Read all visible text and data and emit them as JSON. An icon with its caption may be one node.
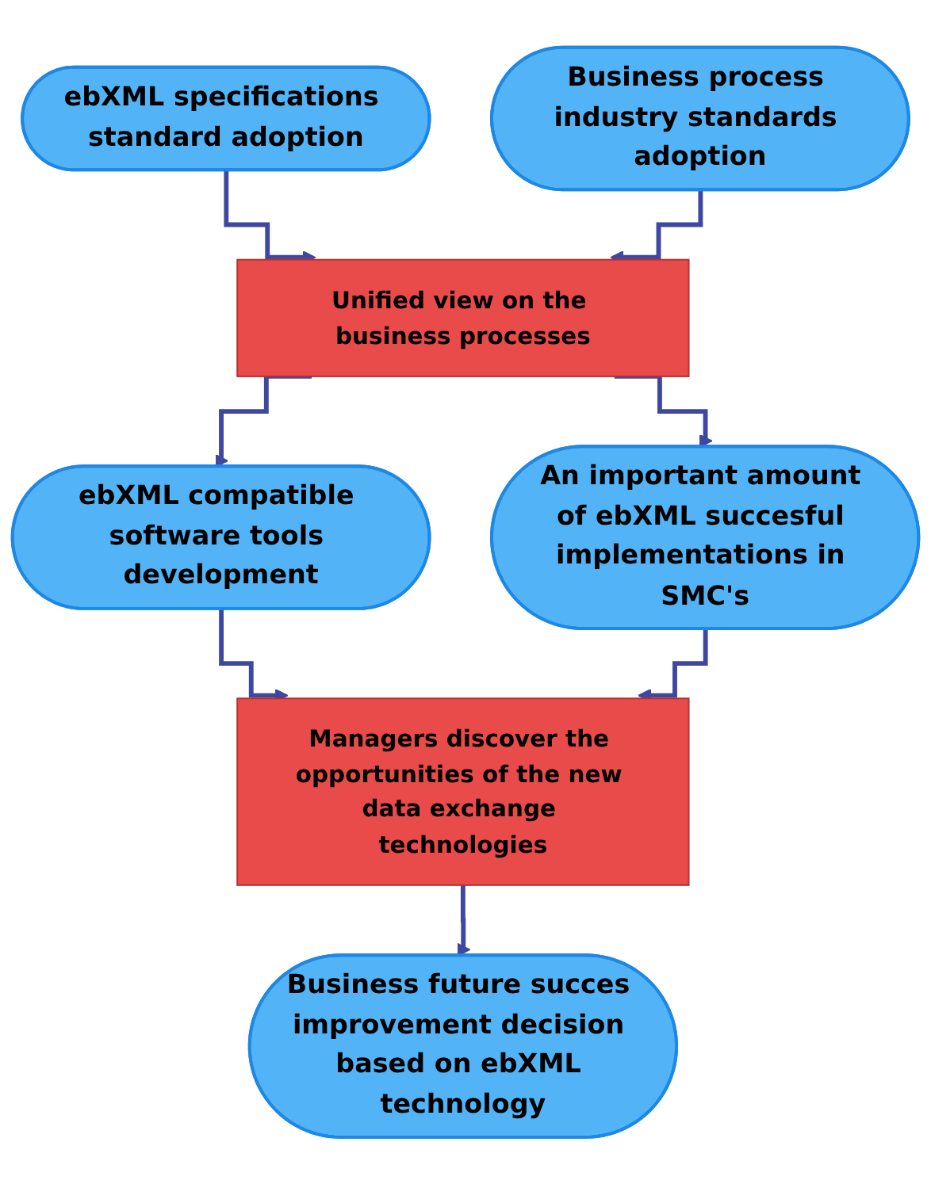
{
  "diagram": {
    "nodes": [
      {
        "text": [
          "ebXML specifications standard adoption"
        ]
      },
      {
        "text": [
          "Business process industry standards adoption"
        ]
      },
      {
        "text": [
          "Unified view on the business processes"
        ]
      },
      {
        "text": [
          "ebXML compatible software tools development"
        ]
      },
      {
        "text": [
          "An important amount of ebXML succesful implementations in SMC's"
        ]
      },
      {
        "text": [
          "Managers discover the opportunities of the new data exchange technologies"
        ]
      },
      {
        "text": [
          "Business future succes improvement decision based on ebXML technology"
        ]
      }
    ],
    "edges": [
      {
        "from": 0,
        "to": 2,
        "arrow": "to"
      },
      {
        "from": 1,
        "to": 2,
        "arrow": "to"
      },
      {
        "from": 2,
        "to": 3,
        "arrow": "to"
      },
      {
        "from": 2,
        "to": 4,
        "arrow": "to"
      },
      {
        "from": 3,
        "to": 5,
        "arrow": "to"
      },
      {
        "from": 4,
        "to": 5,
        "arrow": "to"
      },
      {
        "from": 5,
        "to": 6,
        "arrow": "to"
      }
    ]
  }
}
